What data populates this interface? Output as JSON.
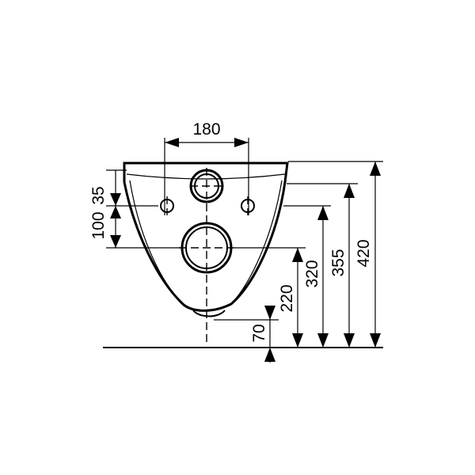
{
  "dimensions": {
    "holes_spacing": "180",
    "upper_offset": "35",
    "lower_offset": "100",
    "outlet_gap": "70",
    "outlet_height": "220",
    "drain_height": "320",
    "fixing_height": "355",
    "top_height": "420"
  }
}
